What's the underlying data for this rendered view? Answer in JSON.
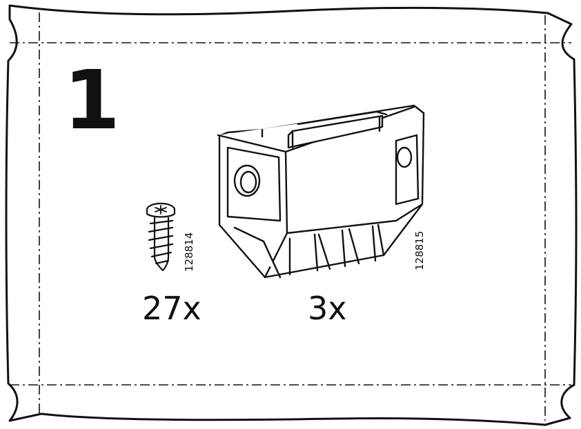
{
  "step": {
    "number": "1"
  },
  "parts": [
    {
      "id": "screw",
      "icon": "screw-icon",
      "article_number": "128814",
      "quantity": "27x"
    },
    {
      "id": "bracket",
      "icon": "bracket-fitting-icon",
      "article_number": "128815",
      "quantity": "3x"
    }
  ]
}
